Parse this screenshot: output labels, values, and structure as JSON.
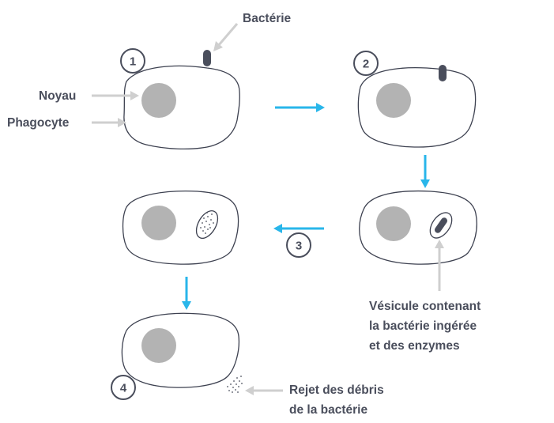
{
  "labels": {
    "bacterie": "Bactérie",
    "noyau": "Noyau",
    "phagocyte": "Phagocyte",
    "vesicule": [
      "Vésicule contenant",
      "la bactérie ingérée",
      "et des enzymes"
    ],
    "rejet": [
      "Rejet des débris",
      "de la bactérie"
    ]
  },
  "steps": [
    "1",
    "2",
    "3",
    "4"
  ],
  "colors": {
    "flow_arrow": "#29b6ea",
    "pointer_arrow": "#cfcfcf",
    "outline": "#3d4150",
    "nucleus": "#b3b3b3",
    "text": "#4a4e5c"
  }
}
